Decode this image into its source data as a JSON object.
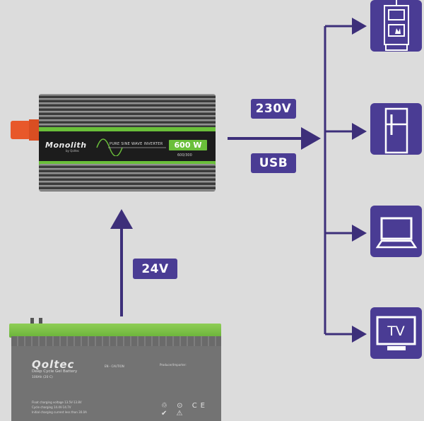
{
  "diagram": {
    "title": "Inverter power flow diagram",
    "labels": {
      "input_voltage": "24V",
      "output_ac": "230V",
      "output_usb": "USB"
    },
    "inverter": {
      "brand": "Monolith",
      "brand_sub": "by Qoltec",
      "type": "PURE SINE WAVE INVERTER",
      "power": "600 W",
      "power_sub": "600/300"
    },
    "battery": {
      "brand": "Qoltec",
      "name": "Deep Cycle Gel Battery",
      "model": "100Ah (20 C)",
      "specs": [
        "Float charging voltage 13.5V-13.8V",
        "Cycle charging 14.4V-14.7V",
        "Initial charging current less than 30.0A"
      ],
      "caution_title": "EN - CAUTION",
      "importer_title": "Producer/Importer:"
    },
    "devices": [
      {
        "name": "boiler",
        "icon": "boiler-icon"
      },
      {
        "name": "fridge",
        "icon": "fridge-icon"
      },
      {
        "name": "laptop",
        "icon": "laptop-icon"
      },
      {
        "name": "tv",
        "icon": "tv-icon",
        "text": "TV"
      }
    ],
    "colors": {
      "accent": "#4a3c94",
      "arrow": "#3d2f7a",
      "green": "#6abf3a",
      "background": "#dcdcdc"
    }
  }
}
